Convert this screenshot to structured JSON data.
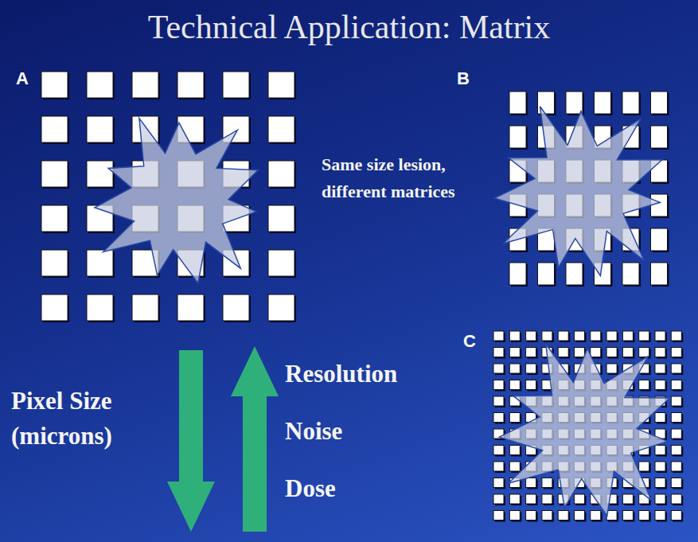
{
  "diagram": {
    "title": "Technical Application: Matrix",
    "labels": [
      "A",
      "B",
      "C",
      "Same size lesion, different matrices",
      "Pixel Size (microns)",
      "Resolution",
      "Noise",
      "Dose"
    ]
  }
}
